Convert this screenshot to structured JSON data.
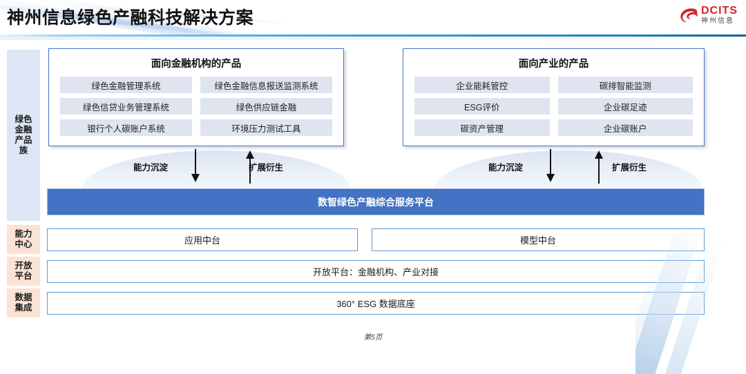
{
  "header": {
    "title": "神州信息绿色产融科技解决方案",
    "logo_en": "DCITS",
    "logo_cn": "神州信息"
  },
  "sidebar": {
    "items": [
      {
        "label": "绿色\n金融\n产品\n族",
        "name": "green-finance-product-family",
        "tone": "blue"
      },
      {
        "label": "能力\n中心",
        "name": "capability-center",
        "tone": "peach"
      },
      {
        "label": "开放\n平台",
        "name": "open-platform",
        "tone": "peach"
      },
      {
        "label": "数据\n集成",
        "name": "data-integration",
        "tone": "peach"
      }
    ]
  },
  "panels": [
    {
      "title": "面向金融机构的产品",
      "chips": [
        "绿色金融管理系统",
        "绿色金融信息报送监测系统",
        "绿色信贷业务管理系统",
        "绿色供应链金融",
        "银行个人碳账户系统",
        "环境压力测试工具"
      ]
    },
    {
      "title": "面向产业的产品",
      "chips": [
        "企业能耗管控",
        "碳排智能监测",
        "ESG评价",
        "企业碳足迹",
        "碳资产管理",
        "企业碳账户"
      ]
    }
  ],
  "flows": [
    {
      "down_label": "能力沉淀",
      "up_label": "扩展衍生"
    },
    {
      "down_label": "能力沉淀",
      "up_label": "扩展衍生"
    }
  ],
  "platform": {
    "label": "数智绿色产融综合服务平台"
  },
  "layers": {
    "capability": [
      "应用中台",
      "模型中台"
    ],
    "open_platform": "开放平台：金融机构、产业对接",
    "data_base": "360° ESG 数据底座"
  },
  "footer": {
    "page_label": "第5页"
  },
  "colors": {
    "accent_blue": "#4472c4",
    "panel_border": "#4472c4",
    "layer_border": "#5b9bd5",
    "sidebar_blue": "#dce6f5",
    "sidebar_peach": "#fbe2d4",
    "chip_bg": "#dee4f0",
    "logo_red": "#d2232a"
  }
}
